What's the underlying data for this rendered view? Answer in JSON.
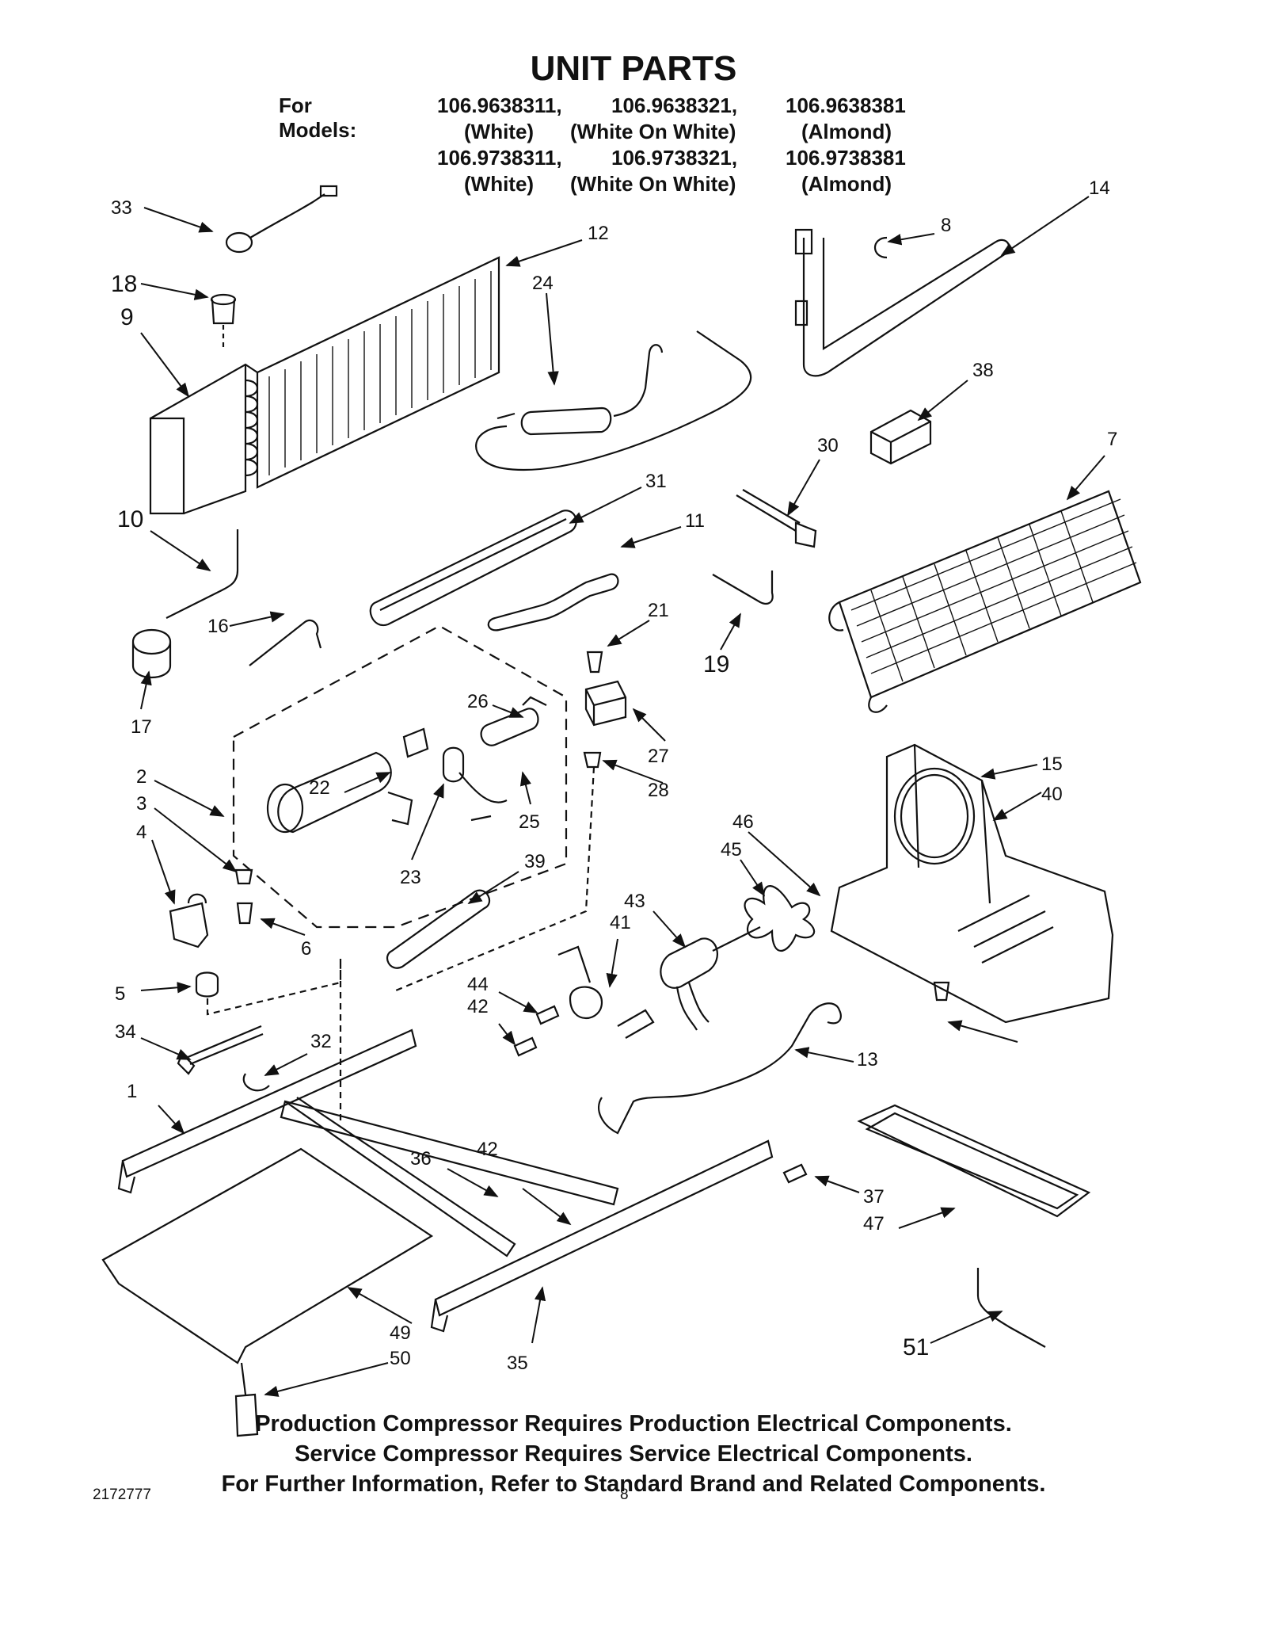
{
  "title": "UNIT PARTS",
  "models": {
    "label": "For Models:",
    "rows": [
      [
        "106.9638311,",
        "106.9638321,",
        "106.9638381"
      ],
      [
        "(White)",
        "(White On White)",
        "(Almond)"
      ],
      [
        "106.9738311,",
        "106.9738321,",
        "106.9738381"
      ],
      [
        "(White)",
        "(White On White)",
        "(Almond)"
      ]
    ]
  },
  "callouts": [
    "33",
    "18",
    "9",
    "12",
    "24",
    "8",
    "14",
    "38",
    "7",
    "10",
    "31",
    "11",
    "30",
    "16",
    "19",
    "21",
    "17",
    "26",
    "27",
    "2",
    "3",
    "4",
    "22",
    "28",
    "15",
    "40",
    "25",
    "46",
    "45",
    "23",
    "39",
    "43",
    "41",
    "6",
    "5",
    "44",
    "42",
    "34",
    "32",
    "13",
    "1",
    "36",
    "42",
    "37",
    "47",
    "49",
    "50",
    "35",
    "51"
  ],
  "notes": [
    "Production Compressor Requires Production Electrical Components.",
    "Service Compressor Requires Service Electrical Components.",
    "For Further Information, Refer to Standard Brand and Related Components."
  ],
  "footer": {
    "doc_number": "2172777",
    "page_number": "8"
  },
  "colors": {
    "ink": "#111111",
    "paper": "#ffffff"
  }
}
